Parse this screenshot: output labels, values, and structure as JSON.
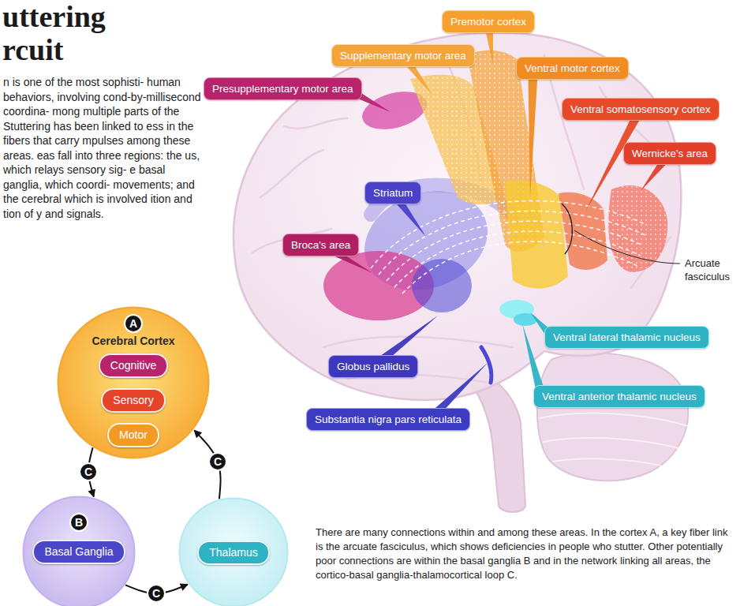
{
  "diagram": {
    "title": "uttering rcuit",
    "caption": "There are many connections within and among these areas. In the cortex A, a key fiber link is the arcuate fasciculus, which shows deficiencies in people who stutter. Other potentially poor connections are within the basal ganglia B and in the network linking all areas, the cortico-basal ganglia-thalamocortical loop C.",
    "nodes": [
      {
        "text": [
          "Premotor cortex"
        ]
      },
      {
        "text": [
          "Supplementary motor area"
        ]
      },
      {
        "text": [
          "Ventral motor cortex"
        ]
      },
      {
        "text": [
          "Presupplementary motor area"
        ]
      },
      {
        "text": [
          "Ventral somatosensory cortex"
        ]
      },
      {
        "text": [
          "Wernicke's area"
        ]
      },
      {
        "text": [
          "Striatum"
        ]
      },
      {
        "text": [
          "Broca's area"
        ]
      },
      {
        "text": [
          "A",
          "Cerebral Cortex"
        ]
      },
      {
        "text": [
          "Cognitive"
        ],
        "in": 8
      },
      {
        "text": [
          "Sensory"
        ],
        "in": 8
      },
      {
        "text": [
          "Motor"
        ],
        "in": 8
      },
      {
        "text": [
          "Ventral lateral thalamic nucleus"
        ]
      },
      {
        "text": [
          "Globus pallidus"
        ]
      },
      {
        "text": [
          "Ventral anterior thalamic nucleus"
        ]
      },
      {
        "text": [
          "Substantia nigra pars reticulata"
        ]
      },
      {
        "text": [
          "B",
          "Basal Ganglia"
        ]
      },
      {
        "text": [
          "Thalamus"
        ]
      }
    ],
    "edges": [
      {
        "from": 8,
        "to": 16,
        "label": "C",
        "arrow": "to"
      },
      {
        "from": 16,
        "to": 17,
        "label": "C",
        "arrow": "to"
      },
      {
        "from": 17,
        "to": 8,
        "label": "C",
        "arrow": "to"
      }
    ],
    "labels": [
      "n is one of the most sophisti- human behaviors, involving cond-by-millisecond coordina- mong multiple parts of the Stuttering has been linked to ess in the fibers that carry mpulses among these areas. eas fall into three regions: the us, which relays sensory sig- e basal ganglia, which coordi- movements; and the cerebral which is involved ition and tion of y and signals.",
      "Arcuate fasciculus"
    ]
  }
}
